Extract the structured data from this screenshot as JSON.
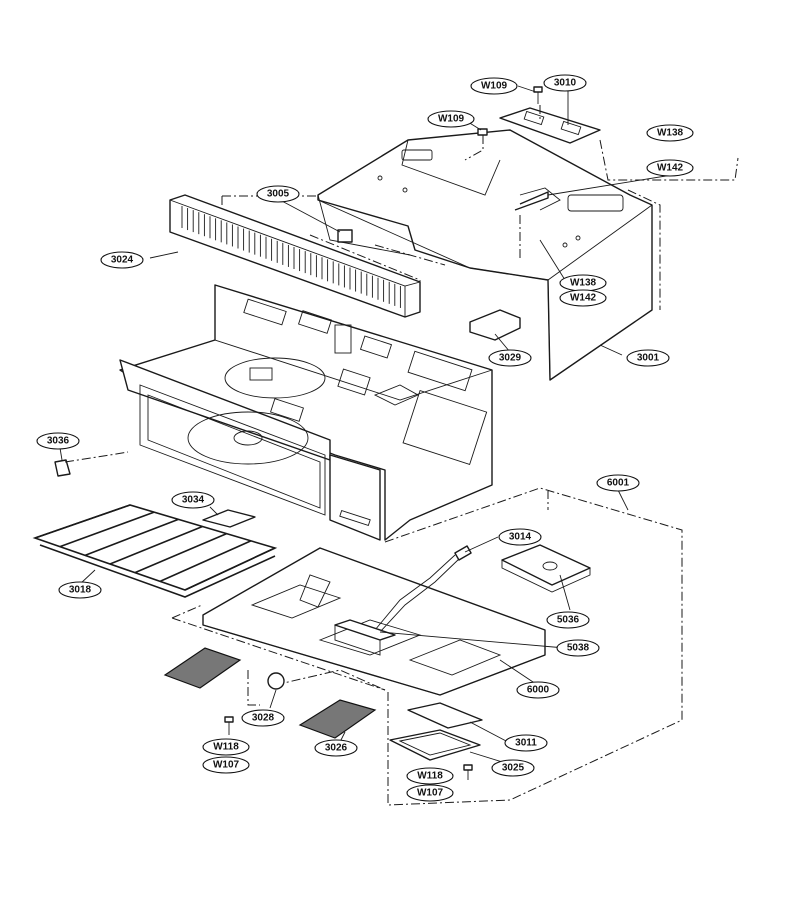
{
  "labels": [
    {
      "id": "W109a",
      "text": "W109"
    },
    {
      "id": "3010",
      "text": "3010"
    },
    {
      "id": "W109b",
      "text": "W109"
    },
    {
      "id": "W138a",
      "text": "W138"
    },
    {
      "id": "W142a",
      "text": "W142"
    },
    {
      "id": "3005",
      "text": "3005"
    },
    {
      "id": "3024",
      "text": "3024"
    },
    {
      "id": "W138b",
      "text": "W138"
    },
    {
      "id": "W142b",
      "text": "W142"
    },
    {
      "id": "3029",
      "text": "3029"
    },
    {
      "id": "3001",
      "text": "3001"
    },
    {
      "id": "3036",
      "text": "3036"
    },
    {
      "id": "6001",
      "text": "6001"
    },
    {
      "id": "3034",
      "text": "3034"
    },
    {
      "id": "3014",
      "text": "3014"
    },
    {
      "id": "3018",
      "text": "3018"
    },
    {
      "id": "5036",
      "text": "5036"
    },
    {
      "id": "5038",
      "text": "5038"
    },
    {
      "id": "6000",
      "text": "6000"
    },
    {
      "id": "3028",
      "text": "3028"
    },
    {
      "id": "3026",
      "text": "3026"
    },
    {
      "id": "W118a",
      "text": "W118"
    },
    {
      "id": "W107a",
      "text": "W107"
    },
    {
      "id": "3011",
      "text": "3011"
    },
    {
      "id": "3025",
      "text": "3025"
    },
    {
      "id": "W118b",
      "text": "W118"
    },
    {
      "id": "W107b",
      "text": "W107"
    }
  ]
}
